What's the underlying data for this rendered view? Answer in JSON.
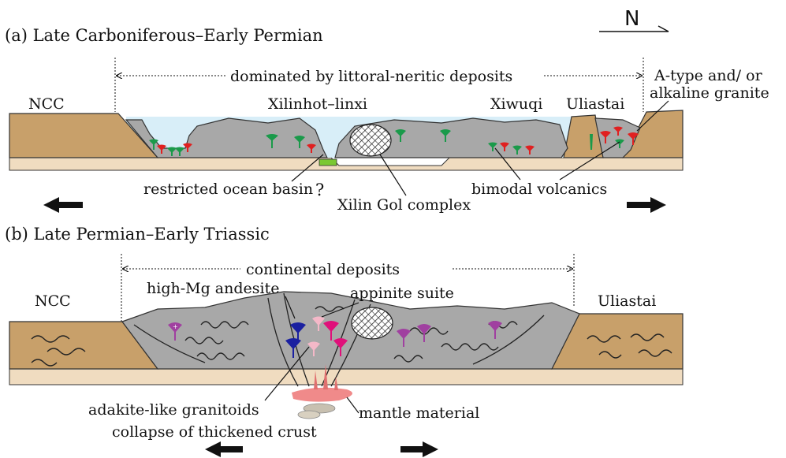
{
  "north": {
    "label": "N"
  },
  "panel_a": {
    "title": "(a) Late Carboniferous–Early Permian",
    "span_label": "dominated by littoral-neritic deposits",
    "labels": {
      "ncc": "NCC",
      "xilinhot": "Xilinhot–linxi",
      "xiwuqi": "Xiwuqi",
      "uliastai": "Uliastai",
      "granite_line1": "A-type and/ or",
      "granite_line2": "alkaline granite",
      "restricted": "restricted ocean basin",
      "question": "?",
      "bimodal": "bimodal volcanics",
      "xilin_gol": "Xilin Gol complex"
    }
  },
  "panel_b": {
    "title": "(b) Late Permian–Early Triassic",
    "span_label": "continental deposits",
    "labels": {
      "ncc": "NCC",
      "uliastai": "Uliastai",
      "high_mg": "high-Mg andesite",
      "appinite": "appinite suite",
      "adakite": "adakite-like granitoids",
      "mantle": "mantle material",
      "collapse": "collapse of thickened crust"
    }
  },
  "colors": {
    "sediment": "#c8a06a",
    "sediment_dark": "#8a6a3a",
    "basement": "#f0dcc0",
    "gray_crust": "#a8a8a8",
    "water": "#d8eef8",
    "green_volcanic": "#1a9a4a",
    "red_granite": "#e02020",
    "purple_intrusion": "#a040a0",
    "magenta_intrusion": "#e0107a",
    "blue_andesite": "#1a20a0",
    "pink_appinite": "#f4b8c8",
    "mantle_pink": "#f08a8a",
    "ocean_green": "#7ac832"
  }
}
